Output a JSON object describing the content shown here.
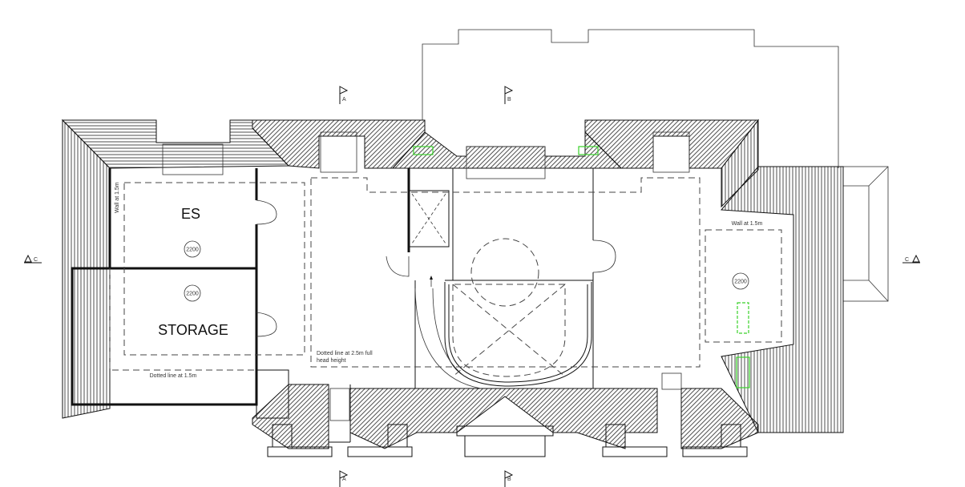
{
  "rooms": {
    "es": {
      "label": "ES",
      "height_tag": "2200"
    },
    "storage": {
      "label": "STORAGE",
      "height_tag": "2200"
    },
    "right_room": {
      "height_tag": "2200"
    }
  },
  "notes": {
    "wall_left": "Wall at 1.5m",
    "wall_right": "Wall at 1.5m",
    "dotted_low": "Dotted line at 1.5m",
    "dotted_high_1": "Dotted line at 2.5m full",
    "dotted_high_2": "head height"
  },
  "section_markers": {
    "a": "A",
    "b": "B",
    "c": "C"
  },
  "colors": {
    "line": "#111111",
    "rooflight": "#3ad12a"
  }
}
